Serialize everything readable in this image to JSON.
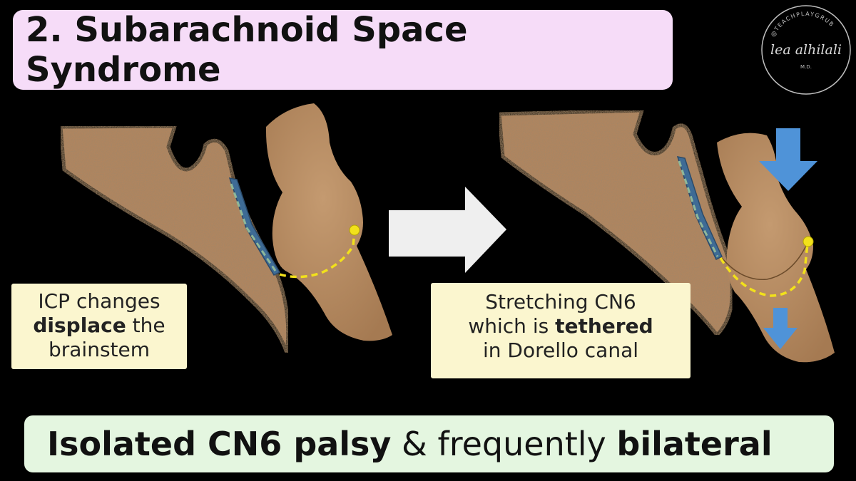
{
  "title": "2. Subarachnoid Space Syndrome",
  "logo": {
    "arc_text": "@TEACHPLAYGRUB",
    "signature": "lea alhilali",
    "suffix": "M.D."
  },
  "left_note": {
    "line1": "ICP changes",
    "line2_bold": "displace",
    "line2_rest": " the",
    "line3": "brainstem"
  },
  "right_note": {
    "line1": "Stretching CN6",
    "line2_pre": "which is ",
    "line2_bold": "tethered",
    "line3": "in Dorello canal"
  },
  "bottom": {
    "part1_bold": "Isolated CN6 palsy",
    "part2": " & frequently ",
    "part3_bold": "bilateral"
  },
  "colors": {
    "bone": "#b0855e",
    "bone_outline": "#4a3a2a",
    "brainstem": "#b88a62",
    "dura": "#3e6b95",
    "nerve": "#f2e11b",
    "arrow_blue": "#4f93d8",
    "arrow_white": "#efefef"
  },
  "icons": [
    "bone-clivus-left",
    "brainstem-left",
    "transition-arrow-icon",
    "bone-clivus-right",
    "brainstem-right",
    "down-arrow-icon-top",
    "down-arrow-icon-bottom"
  ]
}
